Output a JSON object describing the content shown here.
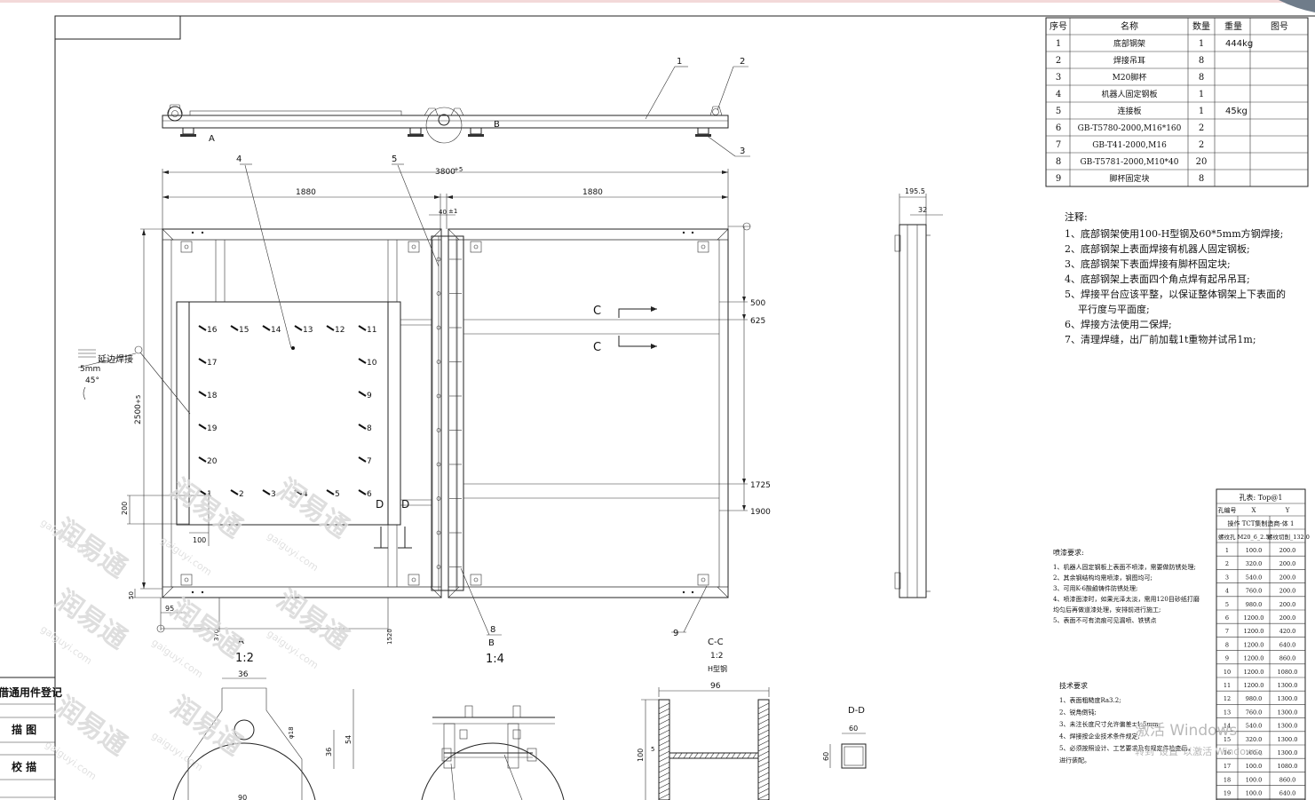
{
  "parts_table": {
    "headers": [
      "序号",
      "名称",
      "数量",
      "重量",
      "图号"
    ],
    "rows": [
      {
        "no": "1",
        "name": "底部钢架",
        "qty": "1",
        "weight": "444kg",
        "drawing": ""
      },
      {
        "no": "2",
        "name": "焊接吊耳",
        "qty": "8",
        "weight": "",
        "drawing": ""
      },
      {
        "no": "3",
        "name": "M20脚杯",
        "qty": "8",
        "weight": "",
        "drawing": ""
      },
      {
        "no": "4",
        "name": "机器人固定钢板",
        "qty": "1",
        "weight": "",
        "drawing": ""
      },
      {
        "no": "5",
        "name": "连接板",
        "qty": "1",
        "weight": "45kg",
        "drawing": ""
      },
      {
        "no": "6",
        "name": "GB-T5780-2000,M16*160",
        "qty": "2",
        "weight": "",
        "drawing": ""
      },
      {
        "no": "7",
        "name": "GB-T41-2000,M16",
        "qty": "2",
        "weight": "",
        "drawing": ""
      },
      {
        "no": "8",
        "name": "GB-T5781-2000,M10*40",
        "qty": "20",
        "weight": "",
        "drawing": ""
      },
      {
        "no": "9",
        "name": "脚杯固定块",
        "qty": "8",
        "weight": "",
        "drawing": ""
      }
    ]
  },
  "notes": {
    "title": "注释:",
    "lines": [
      "1、底部钢架使用100-H型钢及60*5mm方钢焊接;",
      "2、底部钢架上表面焊接有机器人固定钢板;",
      "3、底部钢架下表面焊接有脚杯固定块;",
      "4、底部钢架上表面四个角点焊有起吊吊耳;",
      "5、焊接平台应该平整，以保证整体钢架上下表面的",
      "平行度与平面度;",
      "6、焊接方法使用二保焊;",
      "7、清理焊缝，出厂前加载1t重物并试吊1m;"
    ]
  },
  "paint_req": {
    "title": "喷漆要求:",
    "lines": [
      "1、机器人固定钢板上表面不喷漆，需要做防锈处理;",
      "2、其余钢结构均需喷漆，钢图均可;",
      "3、可用K-6酸鹼铸件防锈处理;",
      "4、喷漆面漆时，如果光泽太淡，需用120目砂纸打磨",
      "均匀后再做道漆处理，安排前进行施工;",
      "5、表面不可有流痕可见漏喷、铁锈点"
    ]
  },
  "tech_req": {
    "title": "技术要求",
    "lines": [
      "1、表面粗糙度Ra3.2;",
      "2、锐角倒钝;",
      "3、未注长度尺寸允许偏差±1.5mm;",
      "4、焊接按企业技术条件规定;",
      "5、必须按照设计、工艺要求及有规定件检查后，",
      "进行装配。"
    ]
  },
  "hole_table": {
    "title": "孔表: Top@1",
    "headers": [
      "孔编号",
      "X",
      "Y"
    ],
    "subheader": "操作 TCT集制造商-体 1",
    "spec": [
      "螺纹孔 M20_6_2.5",
      "螺纹切削_132.0"
    ],
    "rows": [
      [
        "1",
        "100.0",
        "200.0"
      ],
      [
        "2",
        "320.0",
        "200.0"
      ],
      [
        "3",
        "540.0",
        "200.0"
      ],
      [
        "4",
        "760.0",
        "200.0"
      ],
      [
        "5",
        "980.0",
        "200.0"
      ],
      [
        "6",
        "1200.0",
        "200.0"
      ],
      [
        "7",
        "1200.0",
        "420.0"
      ],
      [
        "8",
        "1200.0",
        "640.0"
      ],
      [
        "9",
        "1200.0",
        "860.0"
      ],
      [
        "10",
        "1200.0",
        "1080.0"
      ],
      [
        "11",
        "1200.0",
        "1300.0"
      ],
      [
        "12",
        "980.0",
        "1300.0"
      ],
      [
        "13",
        "760.0",
        "1300.0"
      ],
      [
        "14",
        "540.0",
        "1300.0"
      ],
      [
        "15",
        "320.0",
        "1300.0"
      ],
      [
        "16",
        "100.0",
        "1300.0"
      ],
      [
        "17",
        "100.0",
        "1080.0"
      ],
      [
        "18",
        "100.0",
        "860.0"
      ],
      [
        "19",
        "100.0",
        "640.0"
      ]
    ]
  },
  "dims": {
    "overall": "3800",
    "overall_tol": "+5",
    "half_left": "1880",
    "half_right": "1880",
    "gap": "40",
    "gap_tol": "±1",
    "height": "2500",
    "height_tol": "+5",
    "d500": "500",
    "d625": "625",
    "d1725": "1725",
    "d1900": "1900",
    "d200": "200",
    "d100": "100",
    "d95": "95",
    "d50": "50",
    "d370": "370",
    "d1520": "1520",
    "side_195": "195.5",
    "side_32": "32",
    "d36": "36",
    "d54": "54",
    "d36b": "36",
    "d18": "φ18",
    "d96": "96",
    "d100h": "100",
    "d5": "5",
    "d60": "60",
    "d60v": "60",
    "d90": "90"
  },
  "weld": {
    "label": "延边焊接",
    "size": "5mm",
    "angle": "45°"
  },
  "balloons": [
    "1",
    "2",
    "3",
    "4",
    "5",
    "8",
    "9"
  ],
  "view_labels": {
    "A": "A",
    "B": "B",
    "C": "C",
    "D": "D",
    "a_view": "A",
    "a_scale": "1:2",
    "b_view": "B",
    "b_scale": "1:4",
    "cc_view": "C-C",
    "cc_scale": "1:2",
    "cc_note": "H型钢",
    "dd_view": "D-D"
  },
  "holes": [
    "16",
    "15",
    "14",
    "13",
    "12",
    "11",
    "17",
    "10",
    "18",
    "9",
    "19",
    "8",
    "20",
    "7",
    "1",
    "2",
    "3",
    "4",
    "5",
    "6"
  ],
  "left_strip": {
    "title": "借通用件登记",
    "row1": "描 图",
    "row2": "校 描"
  },
  "watermark": {
    "brand": "润易通",
    "domain": "gaiguyi.com"
  },
  "windows": {
    "line1": "激活 Windows",
    "line2": "转到\"设置\"以激活 Windows。"
  },
  "colors": {
    "line": "#222222",
    "watermark": "#d9d9d9"
  }
}
